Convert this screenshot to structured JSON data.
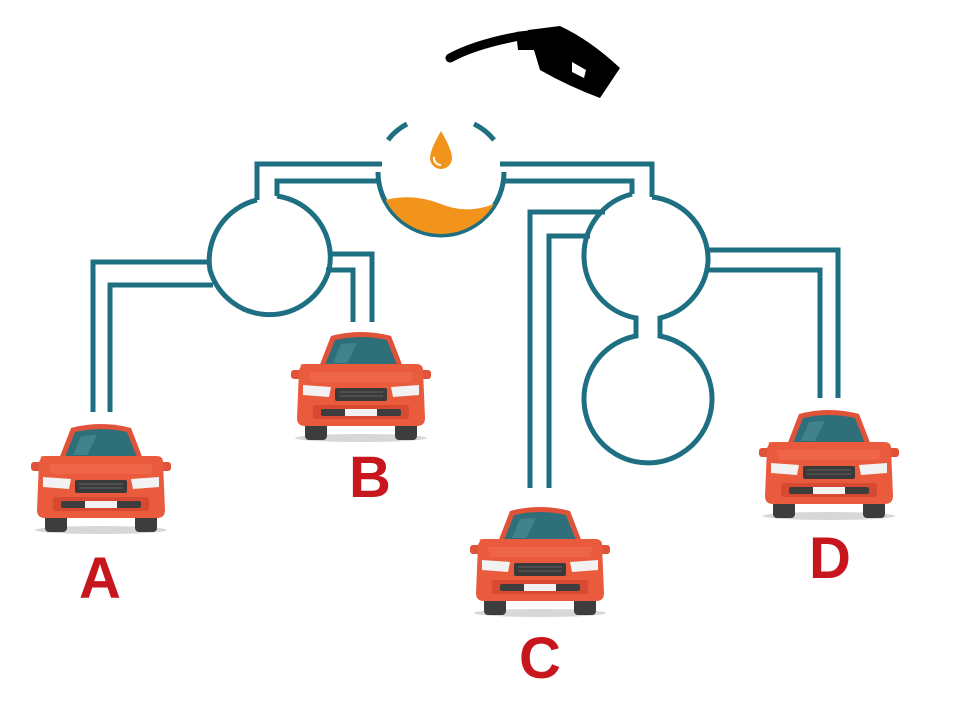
{
  "cars": [
    {
      "id": "A",
      "label": "A"
    },
    {
      "id": "B",
      "label": "B"
    },
    {
      "id": "C",
      "label": "C"
    },
    {
      "id": "D",
      "label": "D"
    }
  ],
  "icons": {
    "nozzle": "fuel-nozzle-icon",
    "drop": "oil-drop-icon"
  },
  "colors": {
    "pipe": "#1e6f82",
    "fuel": "#f2941b",
    "car_body": "#ea5a3d",
    "label": "#c8161e",
    "nozzle": "#000000"
  }
}
